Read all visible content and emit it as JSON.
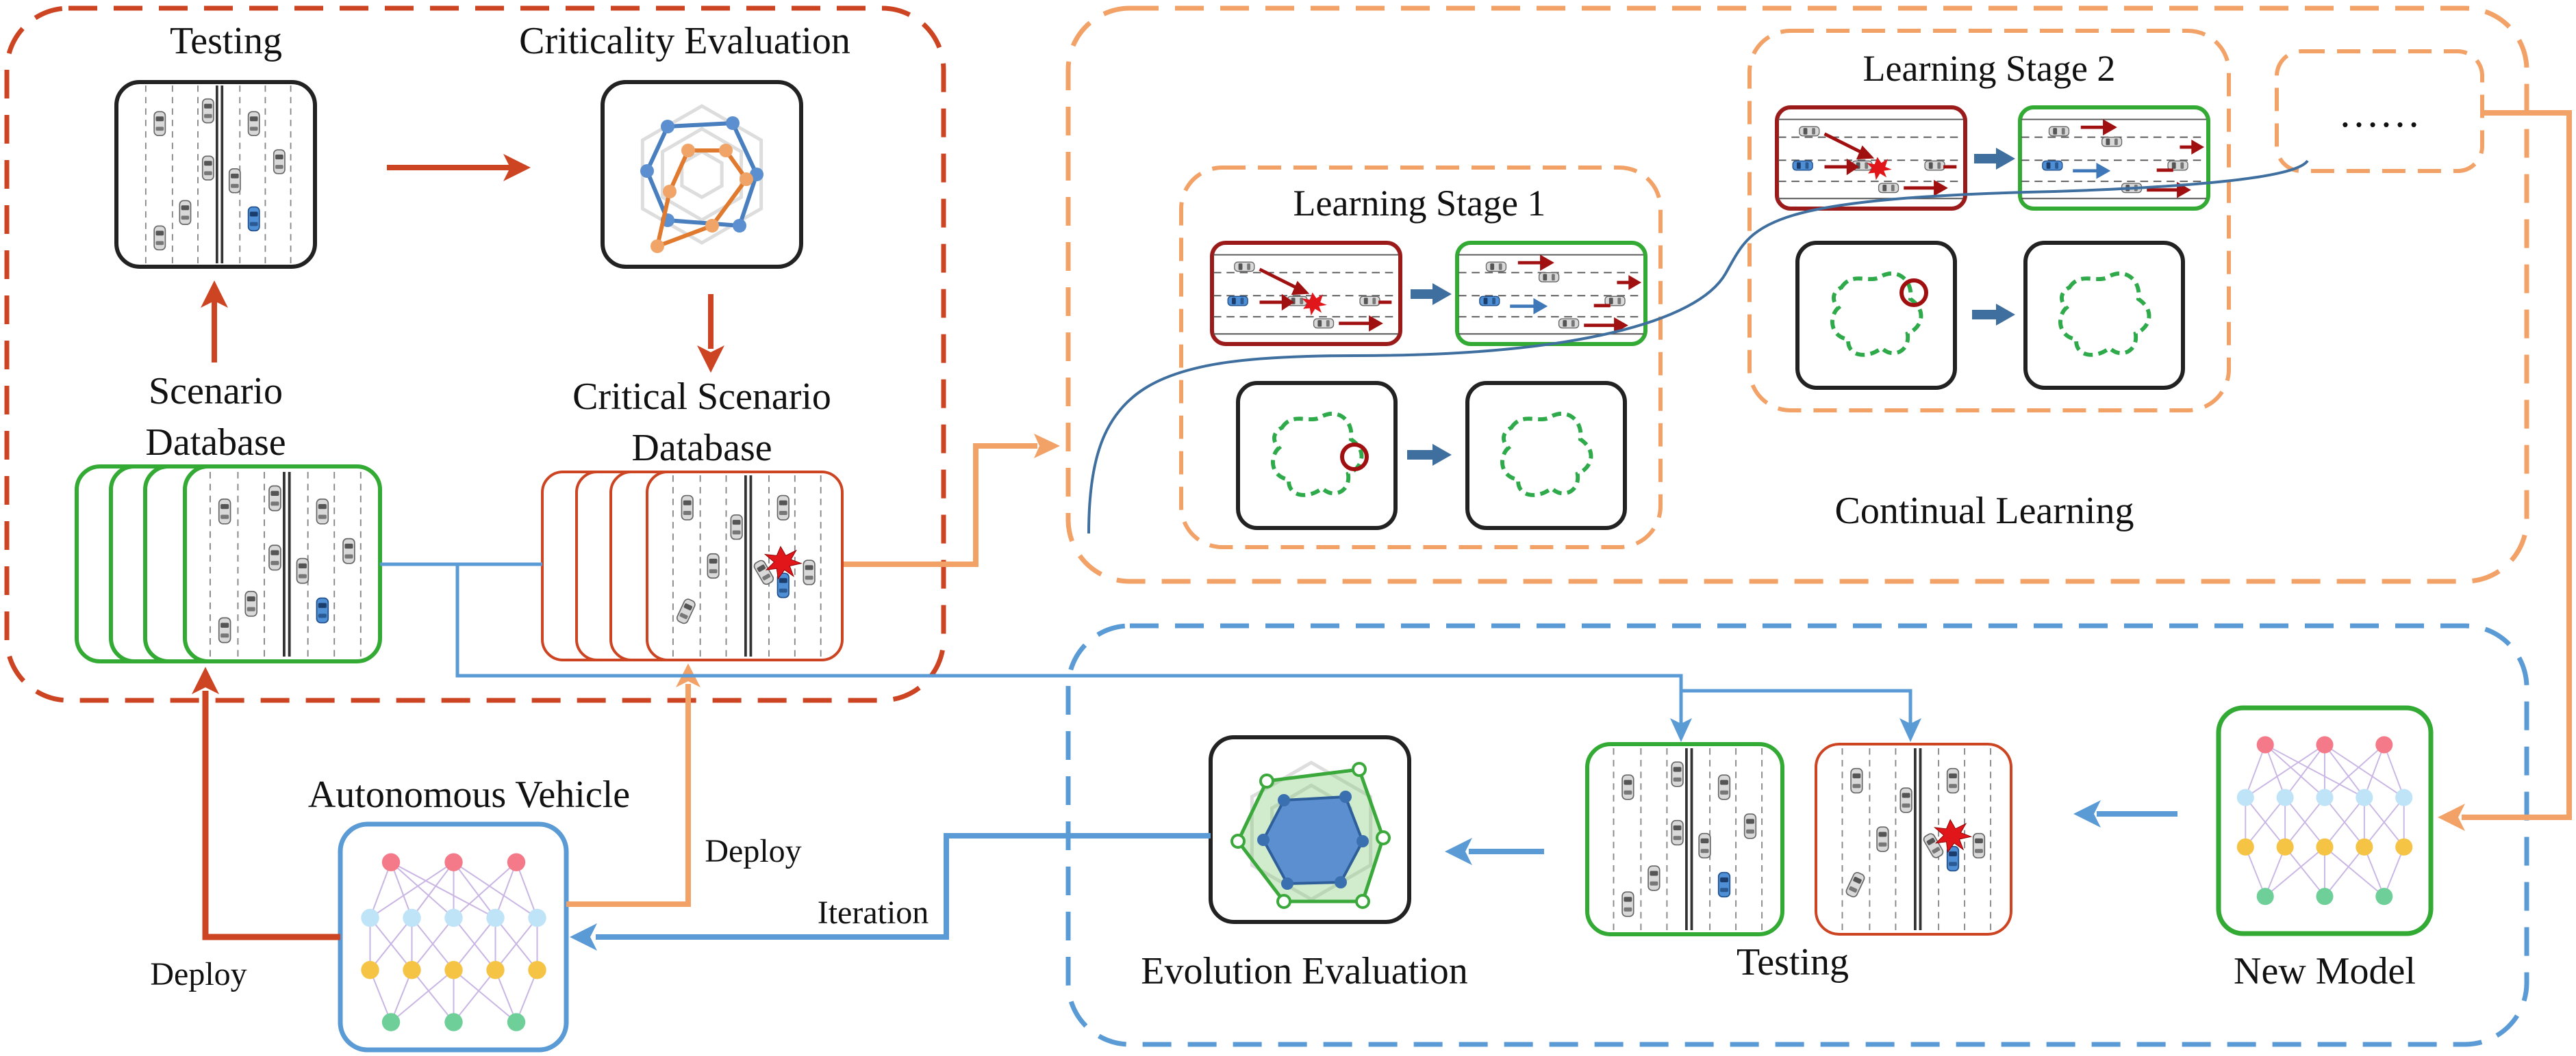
{
  "colors": {
    "red": "#cc4422",
    "orange": "#f2a167",
    "blue": "#5b9bd5",
    "green": "#33aa33",
    "dark_red": "#9b1b1b",
    "steel_blue": "#3f6f9f"
  },
  "top_left": {
    "testing": "Testing",
    "criticality_evaluation": "Criticality Evaluation",
    "scenario_database_line1": "Scenario",
    "scenario_database_line2": "Database",
    "critical_db_line1": "Critical Scenario",
    "critical_db_line2": "Database"
  },
  "continual": {
    "stage1": "Learning Stage 1",
    "stage2": "Learning Stage 2",
    "ellipsis": "……",
    "label": "Continual Learning"
  },
  "bottom": {
    "autonomous_vehicle": "Autonomous Vehicle",
    "deploy_left": "Deploy",
    "deploy_right": "Deploy",
    "iteration": "Iteration",
    "evolution_evaluation": "Evolution Evaluation",
    "testing": "Testing",
    "new_model": "New Model"
  },
  "icons": {
    "road": "highway-road-icon",
    "radar": "radar-chart-icon",
    "network": "neural-network-icon",
    "blob": "data-distribution-icon",
    "collision": "collision-burst-icon"
  }
}
